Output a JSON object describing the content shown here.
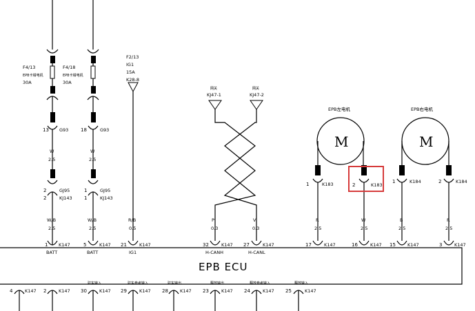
{
  "fuses": {
    "f1": {
      "ref": "F4/13",
      "name": "EPB卡钳电机",
      "rating": "30A"
    },
    "f2": {
      "ref": "F4/18",
      "name": "EPB卡钳电机",
      "rating": "30A"
    },
    "f3": {
      "ref": "F2/13",
      "circuit": "IG1",
      "rating": "15A",
      "conn": "K28-8"
    }
  },
  "wires": {
    "c1_top_pin": "13",
    "c1_top_conn": "G93",
    "c1_color": "W",
    "c1_size": "2.5",
    "c1_mid_pin_a": "2",
    "c1_mid_conn_a": "GJ95",
    "c1_mid_pin_b": "2",
    "c1_mid_conn_b": "KJ143",
    "c1_color2": "W/B",
    "c1_size2": "2.5",
    "c2_top_pin": "18",
    "c2_top_conn": "G93",
    "c2_color": "W",
    "c2_size": "2.5",
    "c2_mid_pin_a": "1",
    "c2_mid_conn_a": "GJ95",
    "c2_mid_pin_b": "1",
    "c2_mid_conn_b": "KJ143",
    "c2_color2": "W/B",
    "c2_size2": "2.5",
    "c3_color": "R/B",
    "c3_size": "0.5",
    "can_l_title": "网关",
    "can_l_conn": "KJ47-1",
    "can_r_title": "网关",
    "can_r_conn": "KJ47-2",
    "can_l_color": "P",
    "can_l_size": "0.3",
    "can_r_color": "V",
    "can_r_size": "0.3",
    "m1_title": "EPB左电机",
    "m2_title": "EPB右电机",
    "motor_letter": "M",
    "m1a_pin": "1",
    "m1a_conn": "K183",
    "m1b_pin": "2",
    "m1b_conn": "K183",
    "m2a_pin": "1",
    "m2a_conn": "K184",
    "m2b_pin": "2",
    "m2b_conn": "K184",
    "m1a_color": "R",
    "m1a_size": "2.5",
    "m1b_color": "W",
    "m1b_size": "2.5",
    "m2a_color": "B",
    "m2a_size": "2.5",
    "m2b_color": "R",
    "m2b_size": "2.5"
  },
  "ecu": {
    "title": "EPB ECU",
    "top_pins": [
      {
        "pin": "1",
        "conn": "K147",
        "label": "BATT"
      },
      {
        "pin": "5",
        "conn": "K147",
        "label": "BATT"
      },
      {
        "pin": "21",
        "conn": "K147",
        "label": "IG1"
      },
      {
        "pin": "32",
        "conn": "K147",
        "label": "H-CANH"
      },
      {
        "pin": "27",
        "conn": "K147",
        "label": "H-CANL"
      },
      {
        "pin": "17",
        "conn": "K147",
        "label": ""
      },
      {
        "pin": "16",
        "conn": "K147",
        "label": ""
      },
      {
        "pin": "15",
        "conn": "K147",
        "label": ""
      },
      {
        "pin": "3",
        "conn": "K147",
        "label": ""
      }
    ],
    "bottom_pins": [
      {
        "pin": "4",
        "conn": "K147",
        "label": ""
      },
      {
        "pin": "2",
        "conn": "K147",
        "label": ""
      },
      {
        "pin": "30",
        "conn": "K147",
        "label": "驻车输入"
      },
      {
        "pin": "29",
        "conn": "K147",
        "label": "驻车参考输入"
      },
      {
        "pin": "28",
        "conn": "K147",
        "label": "驻车输出"
      },
      {
        "pin": "23",
        "conn": "K147",
        "label": "释放输出"
      },
      {
        "pin": "24",
        "conn": "K147",
        "label": "释放参考输入"
      },
      {
        "pin": "25",
        "conn": "K147",
        "label": "释放输入"
      }
    ]
  },
  "highlight": {
    "color": "#d63a3a"
  }
}
